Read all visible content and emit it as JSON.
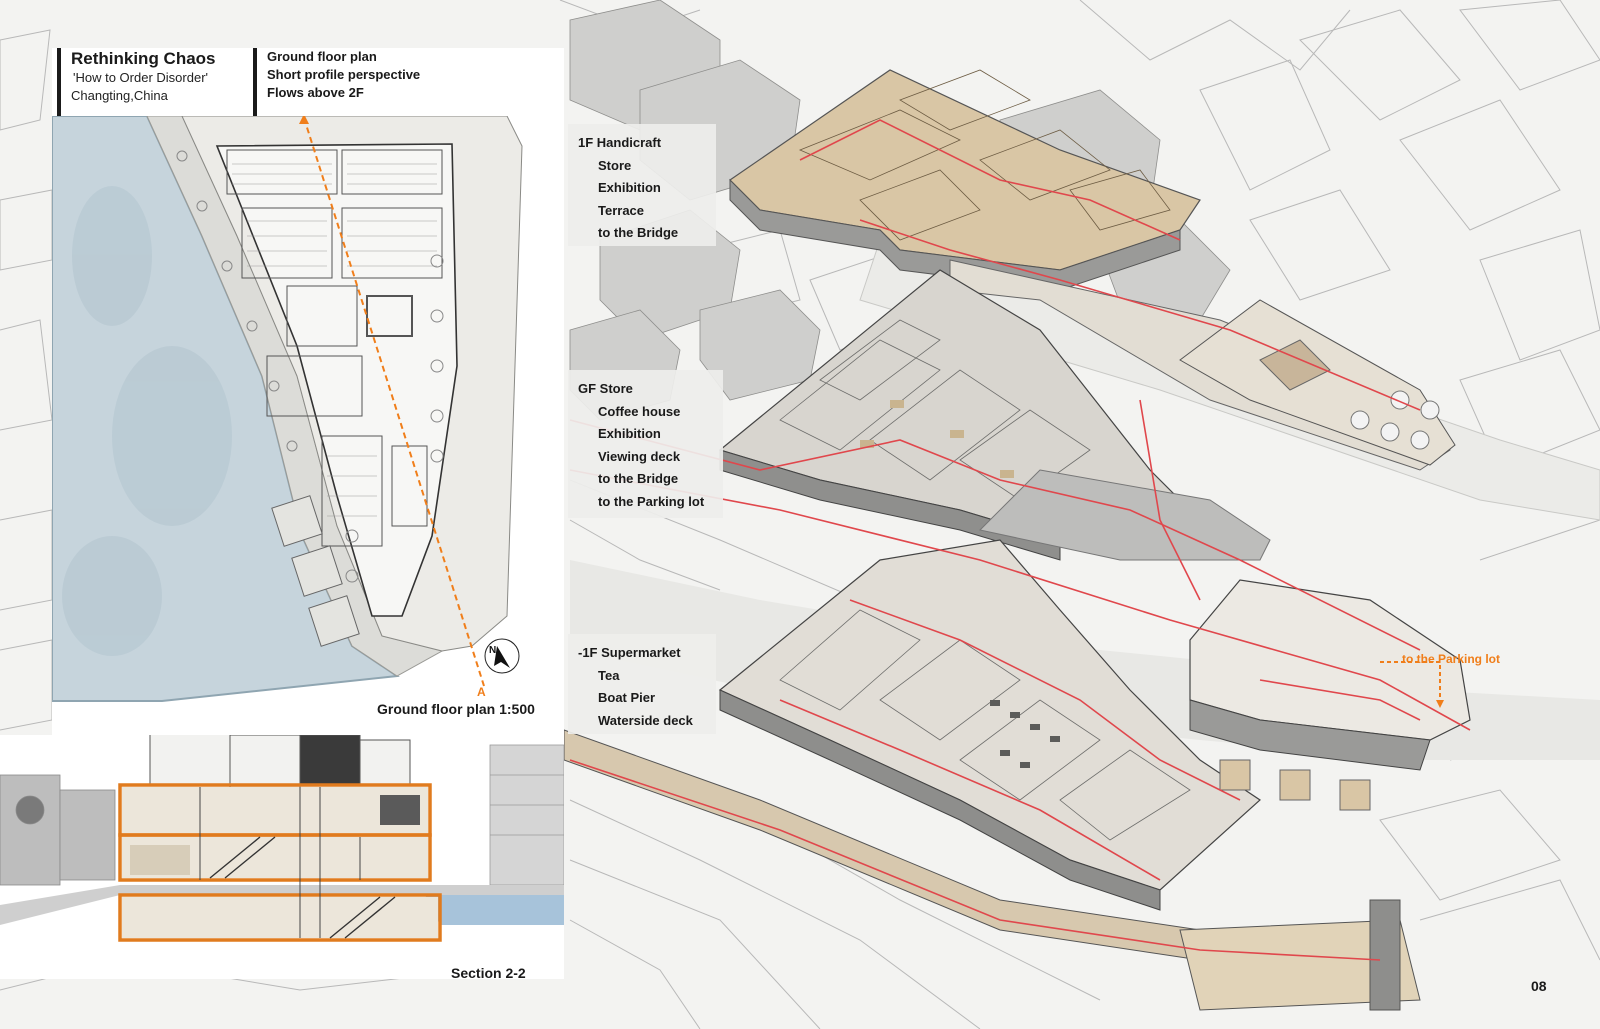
{
  "title_block": {
    "title": "Rethinking Chaos",
    "subtitle": "'How to Order Disorder'",
    "location": "Changting,China"
  },
  "legend_block": {
    "line1": "Ground floor plan",
    "line2": "Short profile perspective",
    "line3": "Flows above 2F"
  },
  "plan": {
    "caption": "Ground floor plan 1:500",
    "section_marker": "A",
    "north_marker": "N"
  },
  "section": {
    "caption": "Section 2-2"
  },
  "floor_labels": {
    "f1": {
      "heading": "1F Handicraft",
      "items": [
        "Store",
        "Exhibition",
        "Terrace",
        "to the Bridge"
      ]
    },
    "gf": {
      "heading": "GF Store",
      "items": [
        "Coffee house",
        "Exhibition",
        "Viewing deck",
        "to the Bridge",
        "to the Parking lot"
      ]
    },
    "b1": {
      "heading": "-1F Supermarket",
      "items": [
        "Tea",
        "Boat Pier",
        "Waterside deck"
      ]
    }
  },
  "parking_label": "to the Parking lot",
  "page_number": "08",
  "colors": {
    "accent_orange": "#f07e1a",
    "flow_red": "#e0474c",
    "water": "#c9d7df",
    "wood": "#d9c6a5"
  }
}
